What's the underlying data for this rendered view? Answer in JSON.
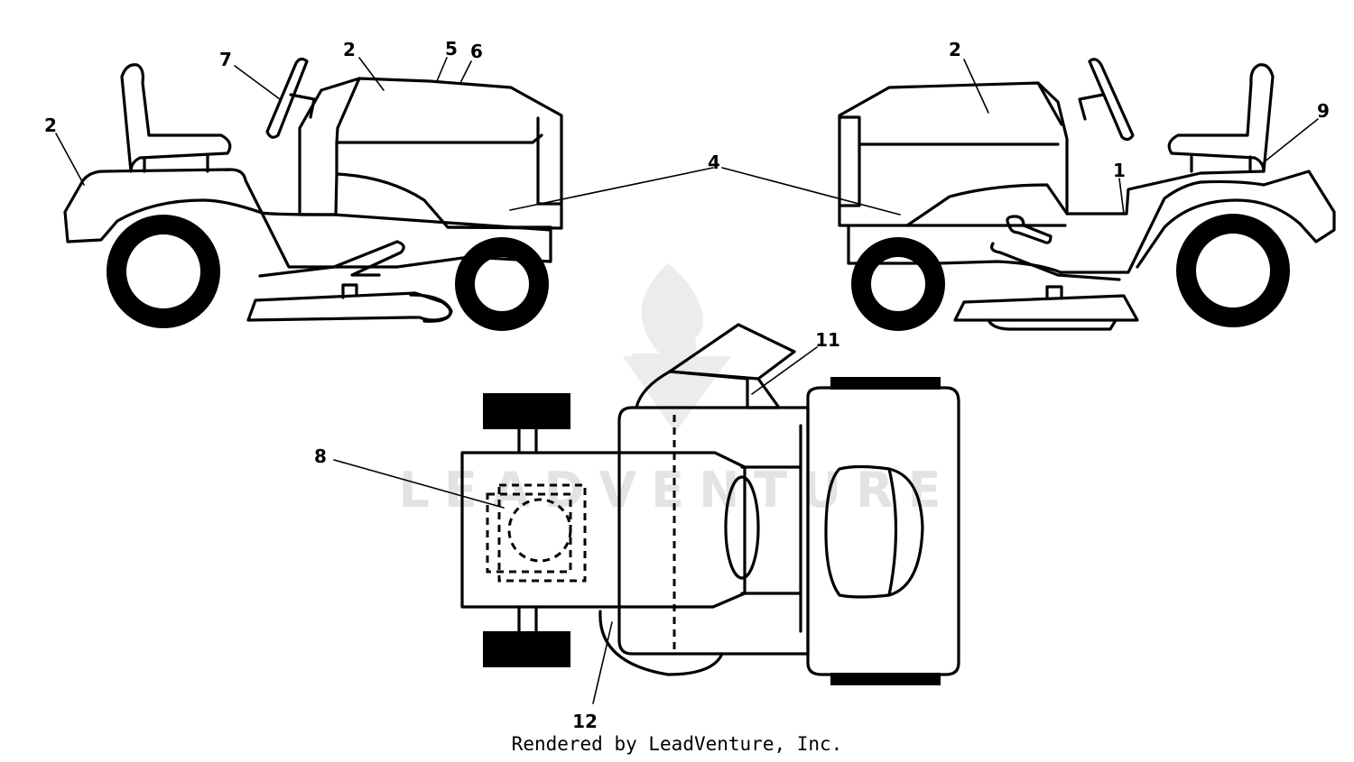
{
  "diagram": {
    "callouts": {
      "left_view": [
        "2",
        "7",
        "2",
        "5",
        "6",
        "4"
      ],
      "right_view": [
        "2",
        "9",
        "1"
      ],
      "top_view": [
        "11",
        "8",
        "12"
      ]
    },
    "watermark": "LEADVENTURE"
  },
  "footer": {
    "credit": "Rendered by LeadVenture, Inc."
  }
}
